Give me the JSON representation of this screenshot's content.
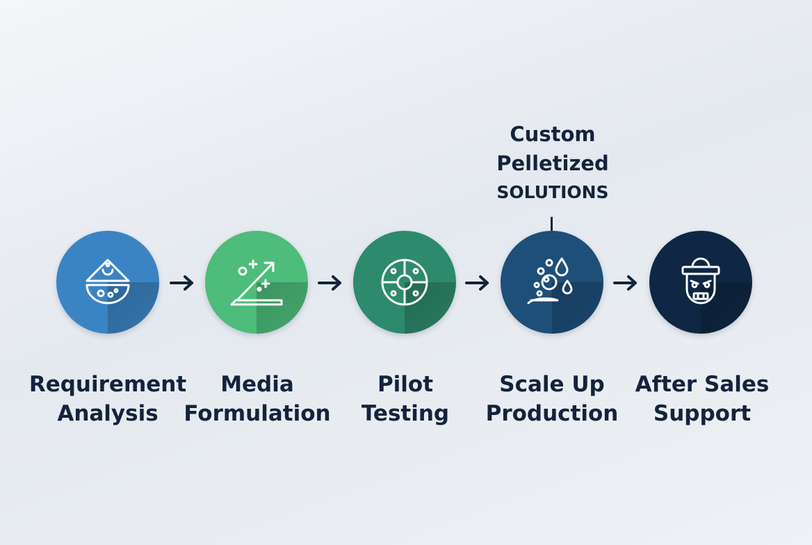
{
  "callout": {
    "line1": "Custom",
    "line2": "Pelletized",
    "line3": "SOLUTIONS"
  },
  "steps": [
    {
      "line1": "Requirement",
      "line2": "Analysis",
      "icon": "droplet-bowl-icon",
      "color": "#3b84c3"
    },
    {
      "line1": "Media",
      "line2": "Formulation",
      "icon": "formulation-icon",
      "color": "#4ebc7b"
    },
    {
      "line1": "Pilot",
      "line2": "Testing",
      "icon": "target-dish-icon",
      "color": "#2e8a6c"
    },
    {
      "line1": "Scale Up",
      "line2": "Production",
      "icon": "bubbles-droplets-icon",
      "color": "#1d4f78"
    },
    {
      "line1": "After Sales",
      "line2": "Support",
      "icon": "support-robot-icon",
      "color": "#0f2744"
    }
  ]
}
